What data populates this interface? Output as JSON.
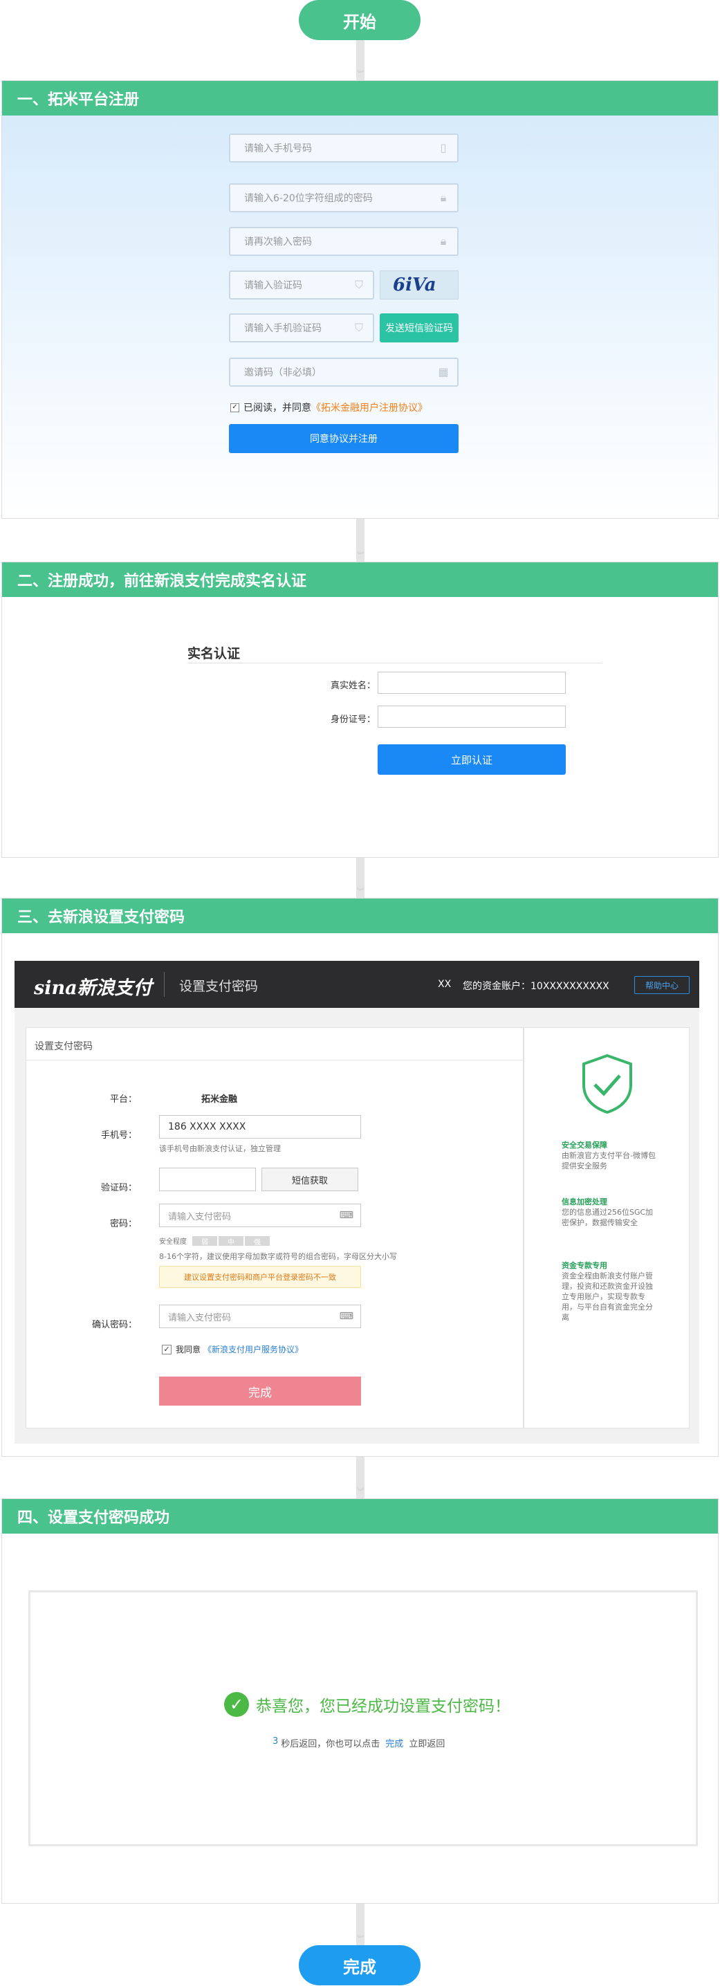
{
  "start": "开始",
  "finish": "完成",
  "s1": {
    "title": "一、拓米平台注册",
    "phone": "请输入手机号码",
    "password": "请输入6-20位字符组成的密码",
    "repeat": "请再次输入密码",
    "captcha": "请输入验证码",
    "captcha_img": "6iVa",
    "sms": "请输入手机验证码",
    "sms_btn": "发送短信验证码",
    "invite": "邀请码（非必填）",
    "agree_prefix": "已阅读，并同意",
    "agree_link": "《拓米金融用户注册协议》",
    "submit": "同意协议并注册"
  },
  "s2": {
    "title": "二、注册成功，前往新浪支付完成实名认证",
    "section": "实名认证",
    "name_label": "真实姓名：",
    "id_label": "身份证号：",
    "submit": "立即认证"
  },
  "s3": {
    "title": "三、去新浪设置支付密码",
    "logo": "sina新浪支付",
    "page_title": "设置支付密码",
    "user": "XX",
    "account": "您的资金账户：10XXXXXXXXXX",
    "help": "帮助中心",
    "form_title": "设置支付密码",
    "platform_label": "平台：",
    "platform": "拓米金融",
    "phone_label": "手机号：",
    "phone": "186 XXXX XXXX",
    "phone_hint": "该手机号由新浪支付认证，独立管理",
    "code_label": "验证码：",
    "code_btn": "短信获取",
    "pwd_label": "密码：",
    "pwd_placeholder": "请输入支付密码",
    "strength_label": "安全程度",
    "strength": [
      "弱",
      "中",
      "强"
    ],
    "pwd_hint": "8-16个字符，建议使用字母加数字或符号的组合密码，字母区分大小写",
    "warning": "建议设置支付密码和商户平台登录密码不一致",
    "confirm_label": "确认密码：",
    "confirm_placeholder": "请输入支付密码",
    "agree_prefix": "我同意",
    "agree_link": "《新浪支付用户服务协议》",
    "submit": "完成",
    "features": [
      {
        "title": "安全交易保障",
        "text": "由新浪官方支付平台-微博包提供安全服务"
      },
      {
        "title": "信息加密处理",
        "text": "您的信息通过256位SGC加密保护，数据传输安全"
      },
      {
        "title": "资金专款专用",
        "text": "资金全程由新浪支付账户管理，投资和还款资金开设独立专用账户，实现专款专用，与平台自有资金完全分离"
      }
    ]
  },
  "s4": {
    "title": "四、设置支付密码成功",
    "message": "恭喜您，您已经成功设置支付密码！",
    "countdown": "3",
    "back_text": "秒后返回，你也可以点击",
    "back_link": "完成",
    "back_suffix": "立即返回"
  },
  "colors": {
    "green": "#49c28d",
    "blue": "#1a88f5",
    "teal": "#2ac4a4",
    "pink": "#ef8590",
    "orange": "#f57f17"
  }
}
